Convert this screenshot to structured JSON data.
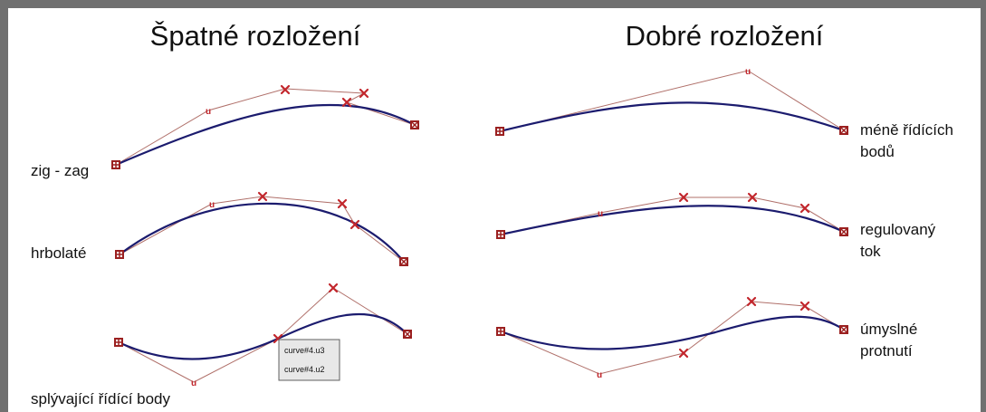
{
  "headings": {
    "bad": "Špatné rozložení",
    "good": "Dobré rozložení"
  },
  "labels": {
    "zigzag": "zig - zag",
    "bumpy": "hrbolaté",
    "merging": "splývající řídící body",
    "fewer_line1": "méně řídících",
    "fewer_line2": "bodů",
    "regulated_line1": "regulovaný",
    "regulated_line2": "tok",
    "intentional_line1": "úmyslné",
    "intentional_line2": "protnutí"
  },
  "tooltip": {
    "line1": "curve#4.u3",
    "line2": "curve#4.u2"
  },
  "markers": {
    "control_u": "u"
  },
  "colors": {
    "curve": "#1b1b6e",
    "hull": "#b0706a",
    "control_point": "#c2262c",
    "end_point": "#9b2020",
    "frame": "#707070"
  },
  "icons": {
    "end_point": "boxed-cross-icon",
    "control_point": "x-mark-icon",
    "knot_point": "u-mark-icon"
  }
}
